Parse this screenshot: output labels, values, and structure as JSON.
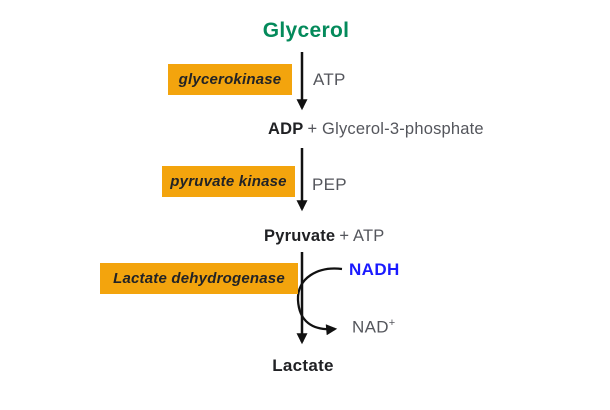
{
  "diagram": {
    "title": "Glycerol",
    "colors": {
      "enzyme_box_orange": "#F3A40D",
      "title_green": "#048A5B",
      "nadh_blue": "#1A1AFF",
      "gray_text": "#54565C",
      "dark_text": "#202124",
      "arrow_black": "#111111"
    },
    "steps": [
      {
        "enzyme": "glycerokinase",
        "cofactor_in": "ATP",
        "products": {
          "bold": "ADP",
          "rest": "+ Glycerol-3-phosphate"
        }
      },
      {
        "enzyme": "pyruvate kinase",
        "cofactor_in": "PEP",
        "products": {
          "bold": "Pyruvate",
          "rest": "+ ATP"
        }
      },
      {
        "enzyme": "Lactate dehydrogenase",
        "cofactor_in": "NADH",
        "cofactor_out_base": "NAD",
        "cofactor_out_sup": "+",
        "products": {
          "bold": "Lactate"
        }
      }
    ]
  }
}
